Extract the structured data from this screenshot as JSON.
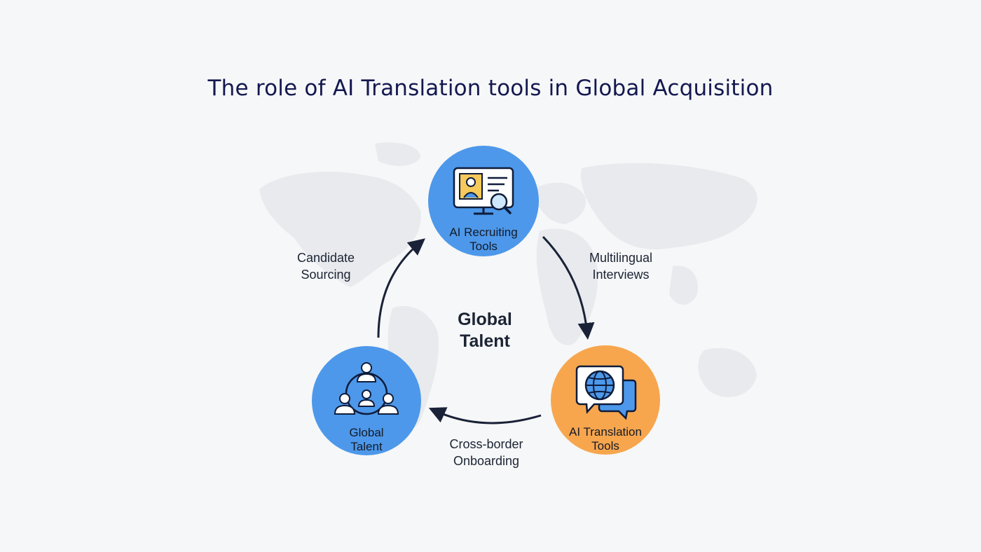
{
  "title": "The role of AI Translation tools  in Global Acquisition",
  "center": {
    "line1": "Global",
    "line2": "Talent"
  },
  "nodes": {
    "recruiting": {
      "line1": "AI Recruiting",
      "line2": "Tools",
      "icon": "recruiting-monitor-icon",
      "color": "#4d98ea"
    },
    "translation": {
      "line1": "AI Translation",
      "line2": "Tools",
      "icon": "translation-chat-globe-icon",
      "color": "#f7a64e"
    },
    "talent": {
      "line1": "Global",
      "line2": "Talent",
      "icon": "talent-network-icon",
      "color": "#4d98ea"
    }
  },
  "edges": {
    "sourcing": {
      "line1": "Candidate",
      "line2": "Sourcing"
    },
    "interviews": {
      "line1": "Multilingual",
      "line2": "Interviews"
    },
    "onboarding": {
      "line1": "Cross-border",
      "line2": "Onboarding"
    }
  },
  "colors": {
    "background": "#f6f7f8",
    "title": "#141850",
    "arrow": "#1a2238",
    "icon_stroke": "#0f1c3a",
    "map": "#e7e9ec"
  }
}
